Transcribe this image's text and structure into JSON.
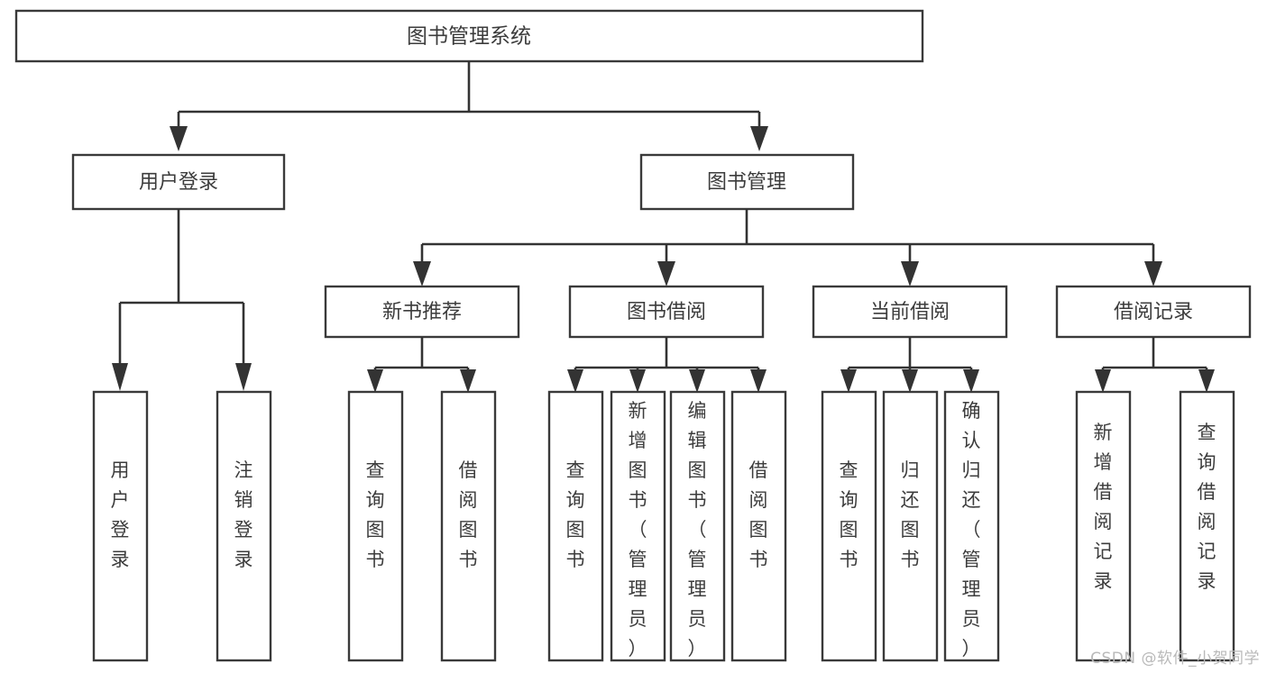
{
  "diagram": {
    "title": "图书管理系统",
    "type": "tree",
    "watermark": "CSDN @软件_小贺同学",
    "colors": {
      "box_stroke": "#3a3a3a",
      "connector": "#333333",
      "text": "#3c3c3c",
      "background": "#ffffff",
      "watermark": "#b9b9b9"
    },
    "root": {
      "label": "图书管理系统"
    },
    "level2": [
      {
        "label": "用户登录"
      },
      {
        "label": "图书管理"
      }
    ],
    "level3": [
      {
        "label": "新书推荐"
      },
      {
        "label": "图书借阅"
      },
      {
        "label": "当前借阅"
      },
      {
        "label": "借阅记录"
      }
    ],
    "leaves": {
      "user_login": [
        {
          "label": "用户登录"
        },
        {
          "label": "注销登录"
        }
      ],
      "new_book_recommend": [
        {
          "label": "查询图书"
        },
        {
          "label": "借阅图书"
        }
      ],
      "book_borrow": [
        {
          "label": "查询图书"
        },
        {
          "label": "新增图书（管理员）"
        },
        {
          "label": "编辑图书（管理员）"
        },
        {
          "label": "借阅图书"
        }
      ],
      "current_borrow": [
        {
          "label": "查询图书"
        },
        {
          "label": "归还图书"
        },
        {
          "label": "确认归还（管理员）"
        }
      ],
      "borrow_record": [
        {
          "label": "新增借阅记录"
        },
        {
          "label": "查询借阅记录"
        }
      ]
    }
  }
}
